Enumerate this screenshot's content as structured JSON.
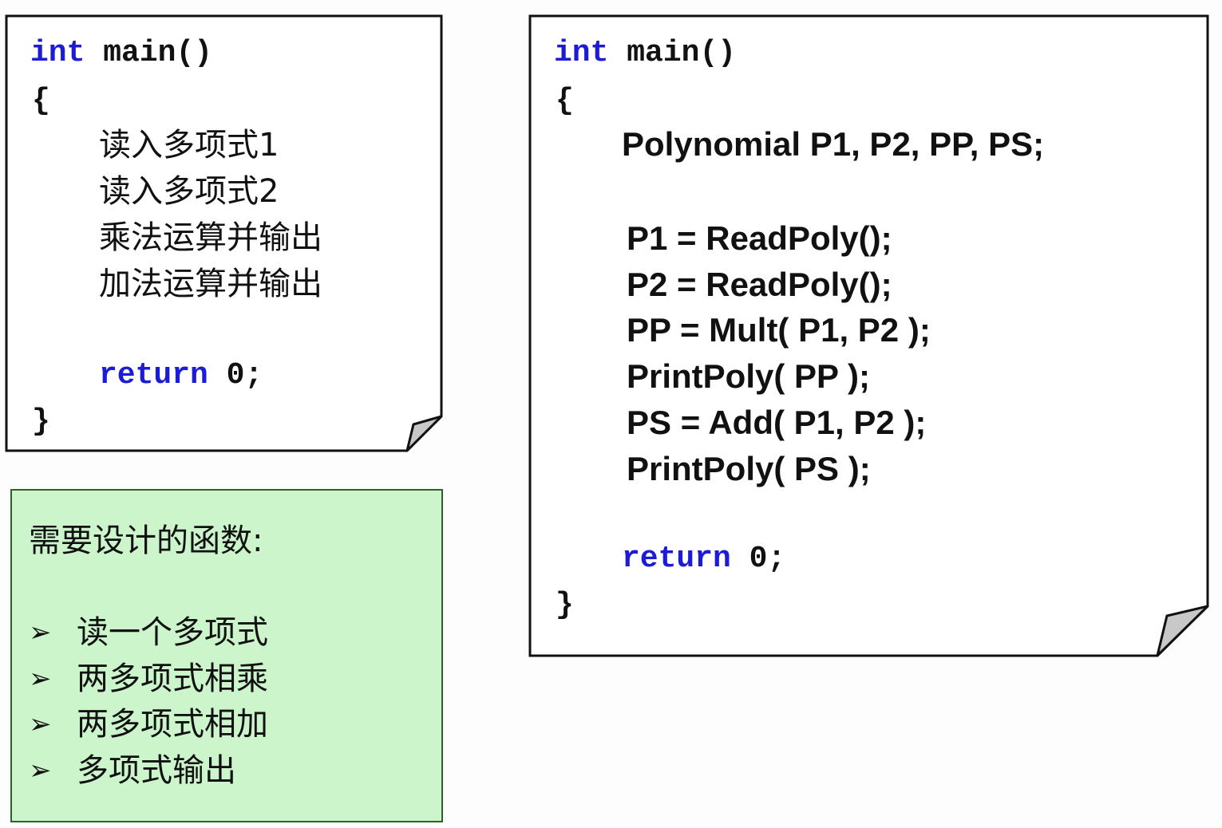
{
  "left_box": {
    "kw_int": "int",
    "main_sig": "main()",
    "open_brace": "{",
    "steps": [
      "读入多项式1",
      "读入多项式2",
      "乘法运算并输出",
      "加法运算并输出"
    ],
    "kw_return": "return",
    "return_value": "0;",
    "close_brace": "}"
  },
  "right_box": {
    "kw_int": "int",
    "main_sig": "main()",
    "open_brace": "{",
    "declaration": "Polynomial P1, P2, PP, PS;",
    "statements": [
      "P1 = ReadPoly();",
      "P2 = ReadPoly();",
      "PP = Mult( P1, P2 );",
      "PrintPoly( PP );",
      "PS = Add( P1, P2 );",
      "PrintPoly( PS );"
    ],
    "kw_return": "return",
    "return_value": "0;",
    "close_brace": "}"
  },
  "functions_box": {
    "title": "需要设计的函数:",
    "bullet": "➢",
    "items": [
      "读一个多项式",
      "两多项式相乘",
      "两多项式相加",
      "多项式输出"
    ]
  },
  "colors": {
    "keyword": "#1c1cd8",
    "green_fill": "#ccf5cc",
    "green_border": "#2f5f2f"
  }
}
